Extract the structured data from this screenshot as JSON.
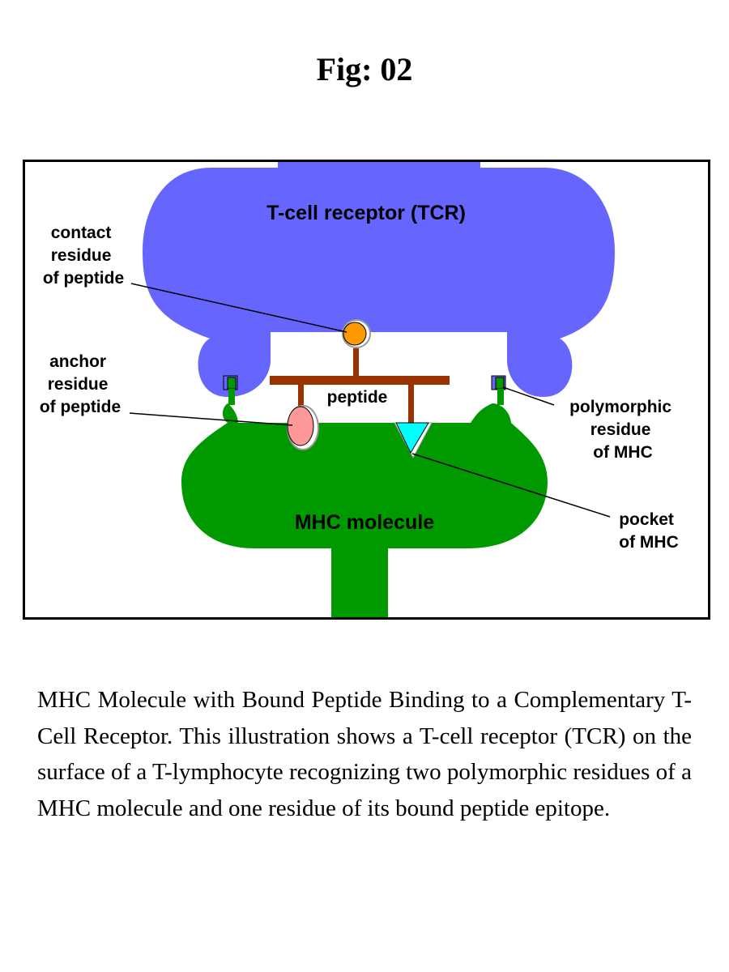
{
  "figure": {
    "title": "Fig: 02"
  },
  "diagram": {
    "colors": {
      "tcr": "#6666ff",
      "mhc": "#009900",
      "peptide": "#993300",
      "contact_residue": "#ff9900",
      "anchor_residue": "#ff9999",
      "pocket": "#00ffff",
      "outline": "#000000",
      "background": "#ffffff"
    },
    "labels": {
      "tcr": "T-cell receptor (TCR)",
      "mhc": "MHC molecule",
      "peptide": "peptide",
      "contact_residue": [
        "contact",
        "residue",
        "of peptide"
      ],
      "anchor_residue": [
        "anchor",
        "residue",
        "of peptide"
      ],
      "polymorphic_residue": [
        "polymorphic",
        "residue",
        "of MHC"
      ],
      "pocket": [
        "pocket",
        "of MHC"
      ]
    }
  },
  "caption": "MHC Molecule with Bound Peptide Binding to a Complementary T-Cell Receptor. This illustration shows a T-cell receptor (TCR) on the surface of a T-lymphocyte recognizing two polymorphic residues of a MHC molecule and one residue of its bound peptide epitope."
}
